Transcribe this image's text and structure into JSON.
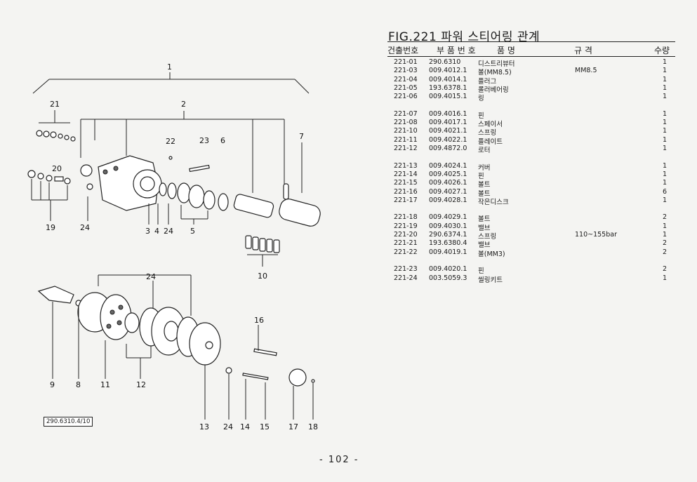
{
  "figure_title": "FIG.221 파워 스티어링 관계",
  "headers": {
    "code": "건출번호",
    "part_no": "부 품 번 호",
    "name": "품      명",
    "spec": "규      격",
    "qty": "수량"
  },
  "rows": [
    {
      "code": "221-01",
      "part_no": "290.6310",
      "name": "디스트리뷰터",
      "spec": "",
      "qty": "1"
    },
    {
      "code": "221-03",
      "part_no": "009.4012.1",
      "name": "볼(MM8.5)",
      "spec": "MM8.5",
      "qty": "1"
    },
    {
      "code": "221-04",
      "part_no": "009.4014.1",
      "name": "플러그",
      "spec": "",
      "qty": "1"
    },
    {
      "code": "221-05",
      "part_no": "193.6378.1",
      "name": "롤러베어링",
      "spec": "",
      "qty": "1"
    },
    {
      "code": "221-06",
      "part_no": "009.4015.1",
      "name": "링",
      "spec": "",
      "qty": "1"
    },
    {
      "code": "221-07",
      "part_no": "009.4016.1",
      "name": "핀",
      "spec": "",
      "qty": "1"
    },
    {
      "code": "221-08",
      "part_no": "009.4017.1",
      "name": "스페이서",
      "spec": "",
      "qty": "1"
    },
    {
      "code": "221-10",
      "part_no": "009.4021.1",
      "name": "스프링",
      "spec": "",
      "qty": "1"
    },
    {
      "code": "221-11",
      "part_no": "009.4022.1",
      "name": "플레이트",
      "spec": "",
      "qty": "1"
    },
    {
      "code": "221-12",
      "part_no": "009.4872.0",
      "name": "로터",
      "spec": "",
      "qty": "1"
    },
    {
      "code": "221-13",
      "part_no": "009.4024.1",
      "name": "커버",
      "spec": "",
      "qty": "1"
    },
    {
      "code": "221-14",
      "part_no": "009.4025.1",
      "name": "핀",
      "spec": "",
      "qty": "1"
    },
    {
      "code": "221-15",
      "part_no": "009.4026.1",
      "name": "볼트",
      "spec": "",
      "qty": "1"
    },
    {
      "code": "221-16",
      "part_no": "009.4027.1",
      "name": "볼트",
      "spec": "",
      "qty": "6"
    },
    {
      "code": "221-17",
      "part_no": "009.4028.1",
      "name": "작은디스크",
      "spec": "",
      "qty": "1"
    },
    {
      "code": "221-18",
      "part_no": "009.4029.1",
      "name": "볼트",
      "spec": "",
      "qty": "2"
    },
    {
      "code": "221-19",
      "part_no": "009.4030.1",
      "name": "밸브",
      "spec": "",
      "qty": "1"
    },
    {
      "code": "221-20",
      "part_no": "290.6374.1",
      "name": "스프링",
      "spec": "110~155bar",
      "qty": "1"
    },
    {
      "code": "221-21",
      "part_no": "193.6380.4",
      "name": "밸브",
      "spec": "",
      "qty": "2"
    },
    {
      "code": "221-22",
      "part_no": "009.4019.1",
      "name": "볼(MM3)",
      "spec": "",
      "qty": "2"
    },
    {
      "code": "221-23",
      "part_no": "009.4020.1",
      "name": "핀",
      "spec": "",
      "qty": "2"
    },
    {
      "code": "221-24",
      "part_no": "003.5059.3",
      "name": "씰링키트",
      "spec": "",
      "qty": "1"
    }
  ],
  "callouts": [
    "1",
    "2",
    "21",
    "22",
    "23",
    "6",
    "7",
    "20",
    "19",
    "24",
    "3",
    "4",
    "24",
    "5",
    "10",
    "24",
    "16",
    "9",
    "8",
    "11",
    "12",
    "13",
    "24",
    "14",
    "15",
    "17",
    "18"
  ],
  "drawing_ref": "290.6310.4/10",
  "page_number": "- 102 -"
}
